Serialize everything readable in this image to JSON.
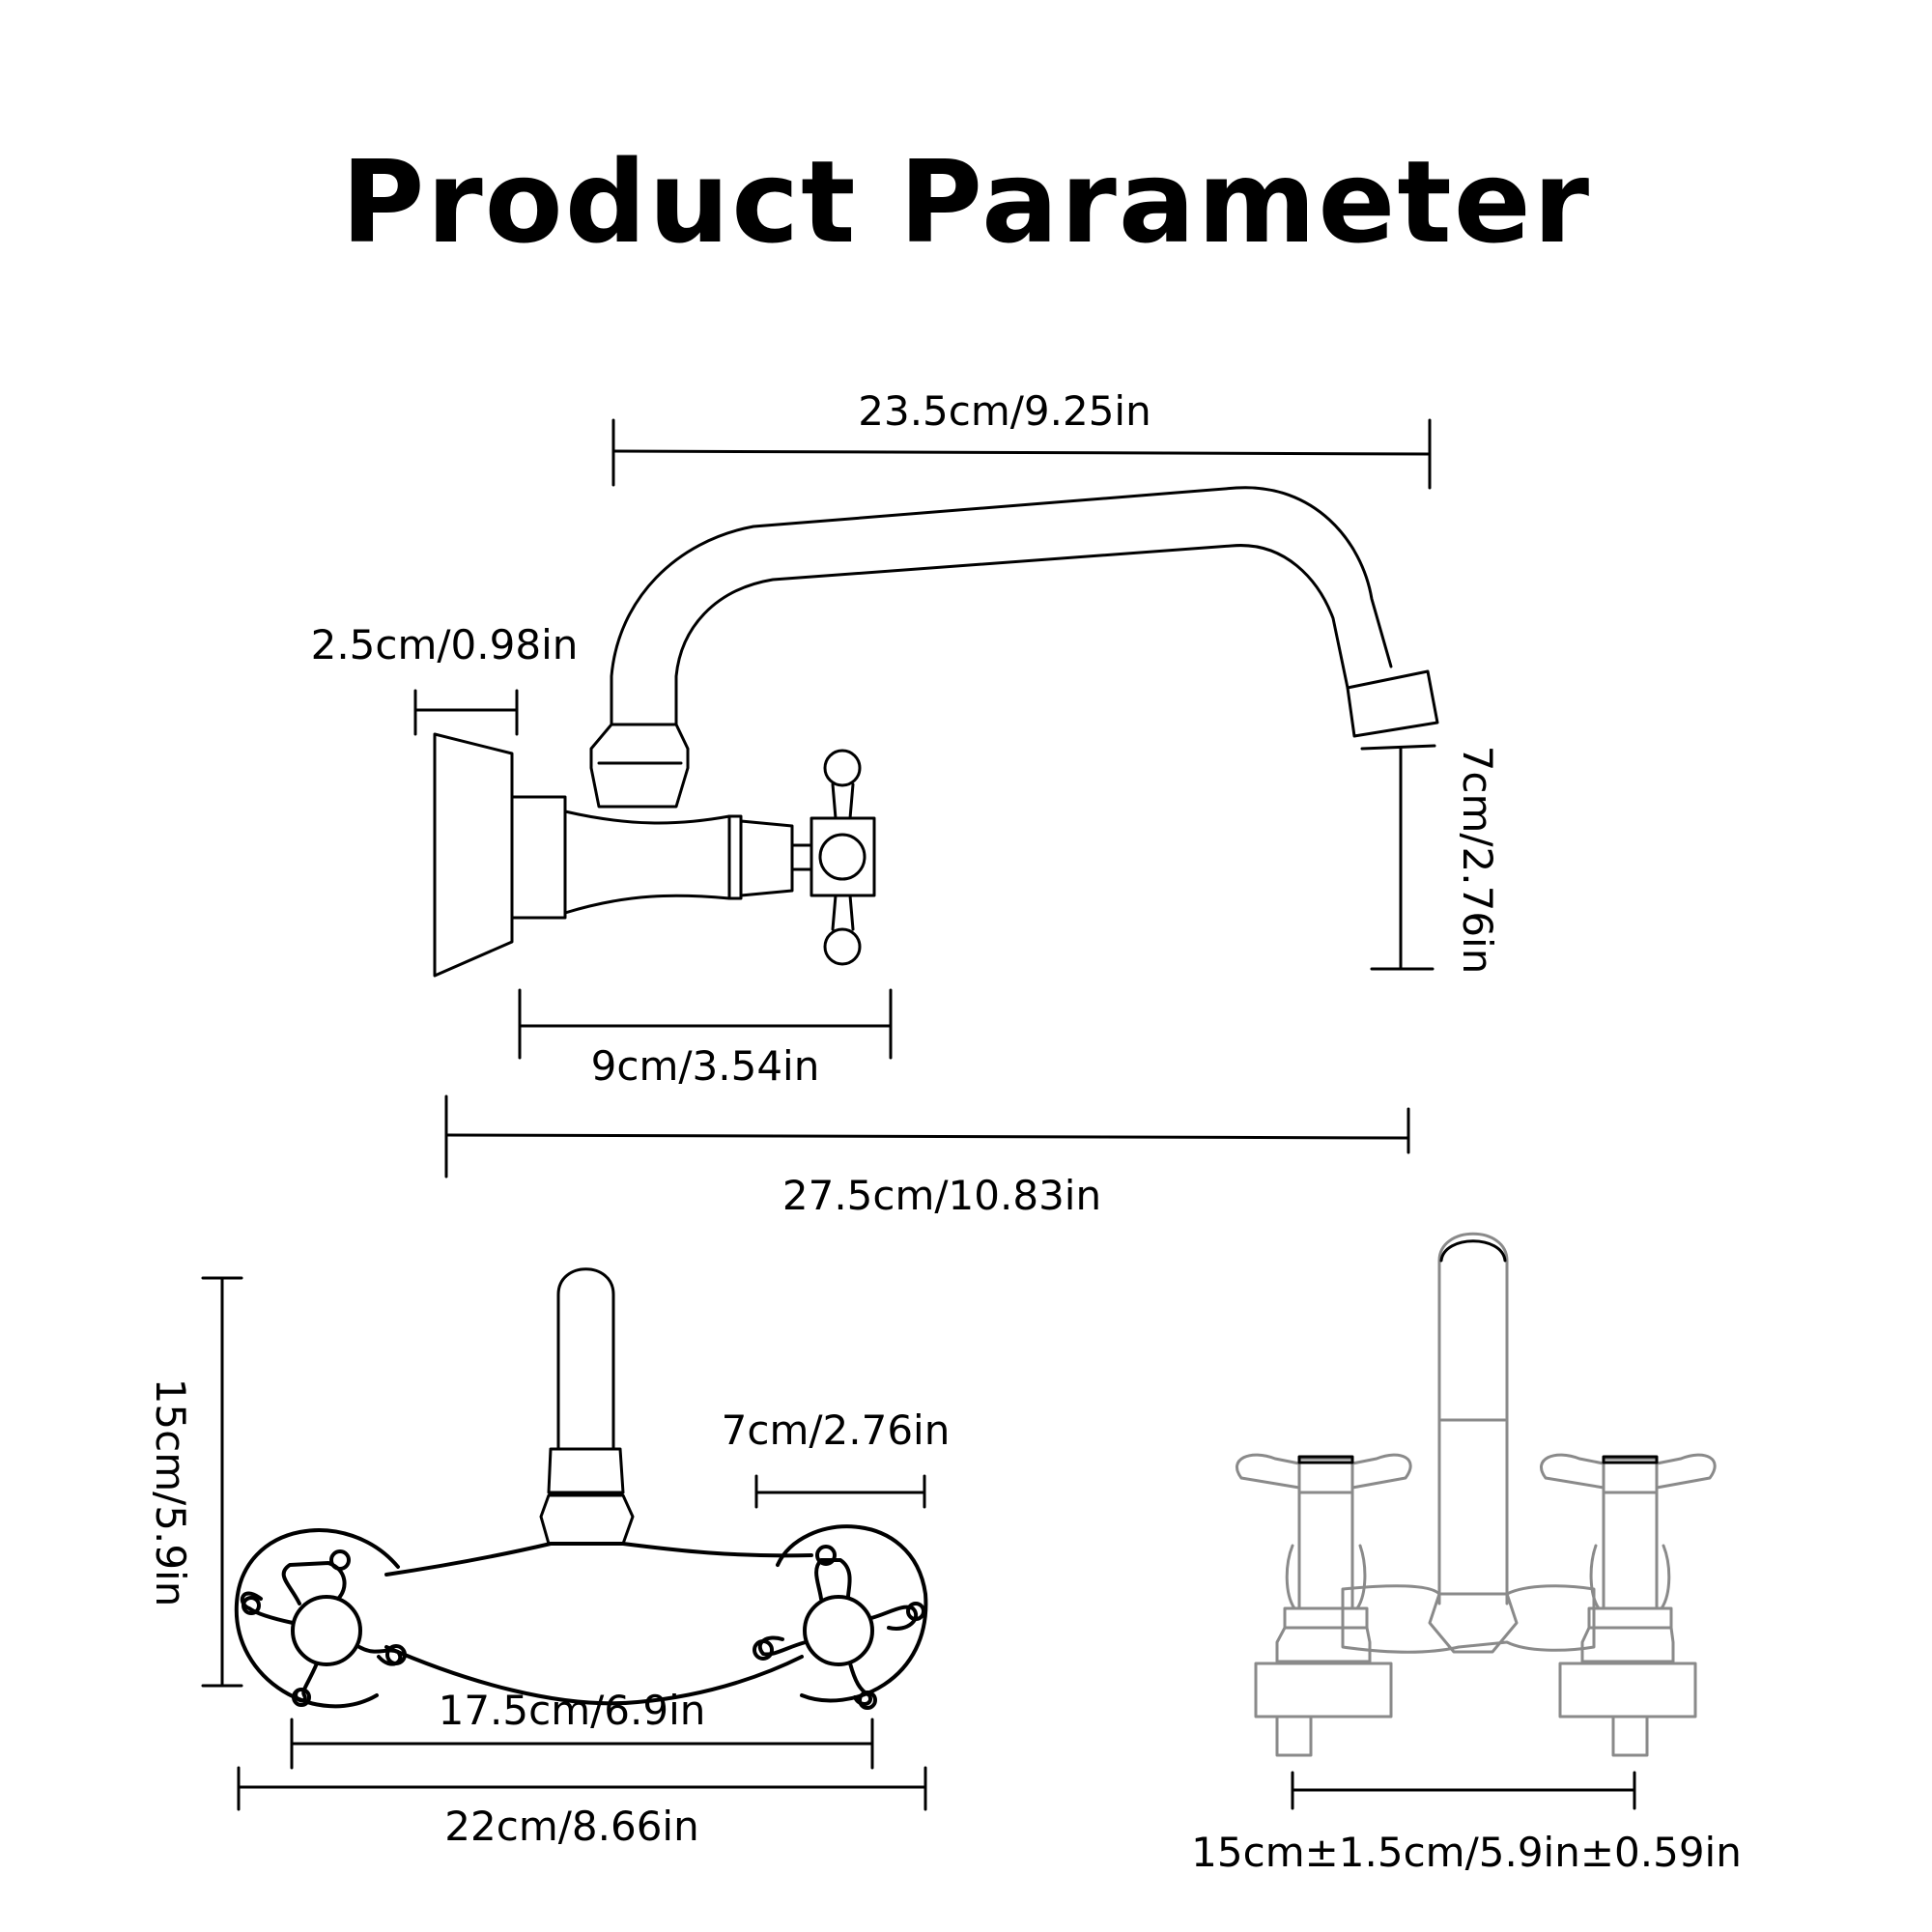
{
  "title": "Product Parameter",
  "side_view": {
    "spout_length": "23.5cm/9.25in",
    "base_depth": "2.5cm/0.98in",
    "spout_height": "7cm/2.76in",
    "body_length": "9cm/3.54in",
    "total_length": "27.5cm/10.83in"
  },
  "front_view": {
    "height": "15cm/5.9in",
    "flange_diameter": "7cm/2.76in",
    "center_distance": "17.5cm/6.9in",
    "total_width": "22cm/8.66in"
  },
  "product_view": {
    "center_distance": "15cm±1.5cm/5.9in±0.59in"
  },
  "colors": {
    "line": "#000000",
    "product_line": "#8a8a8a",
    "background": "#ffffff"
  }
}
